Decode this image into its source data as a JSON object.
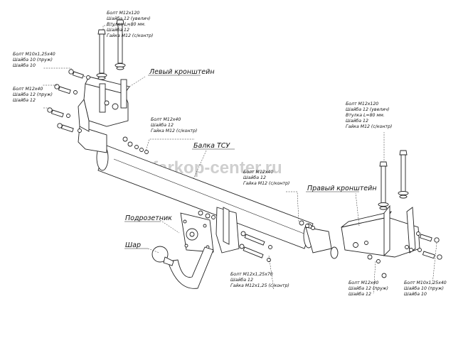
{
  "watermark": "farkop-center.ru",
  "labels": {
    "bracket_left": "Левый кронштейн",
    "bracket_right": "Правый кронштейн",
    "beam": "Балка ТСУ",
    "socket_holder": "Подрозетник",
    "ball": "Шар"
  },
  "callouts": {
    "top_left": [
      "Болт М12х120",
      "Шайба 12 (увелич)",
      "Втулка L=80 мм.",
      "Шайба 12",
      "Гайка М12 (с/контр)"
    ],
    "left_m10": [
      "Болт М10х1,25х40",
      "Шайба 10 (пруж)",
      "Шайба 10"
    ],
    "left_m12": [
      "Болт М12х40",
      "Шайба 12 (пруж)",
      "Шайба 12"
    ],
    "beam_left": [
      "Болт М12х40",
      "Шайба 12",
      "Гайка М12 (с/контр)"
    ],
    "beam_mid": [
      "Болт М12х40",
      "Шайба 12",
      "Гайка М12 (с/контр)"
    ],
    "top_right": [
      "Болт М12х120",
      "Шайба 12 (увелич)",
      "Втулка L=80 мм.",
      "Шайба 12",
      "Гайка М12 (с/контр)"
    ],
    "bottom_mid": [
      "Болт М12х1,25х70",
      "Шайба 12",
      "Гайка М12х1,25 (с/контр)"
    ],
    "bottom_right_m12": [
      "Болт М12х40",
      "Шайба 12 (пруж)",
      "Шайба 12"
    ],
    "bottom_right_m10": [
      "Болт М10х1,25х40",
      "Шайба 10 (пруж)",
      "Шайба 10"
    ]
  }
}
